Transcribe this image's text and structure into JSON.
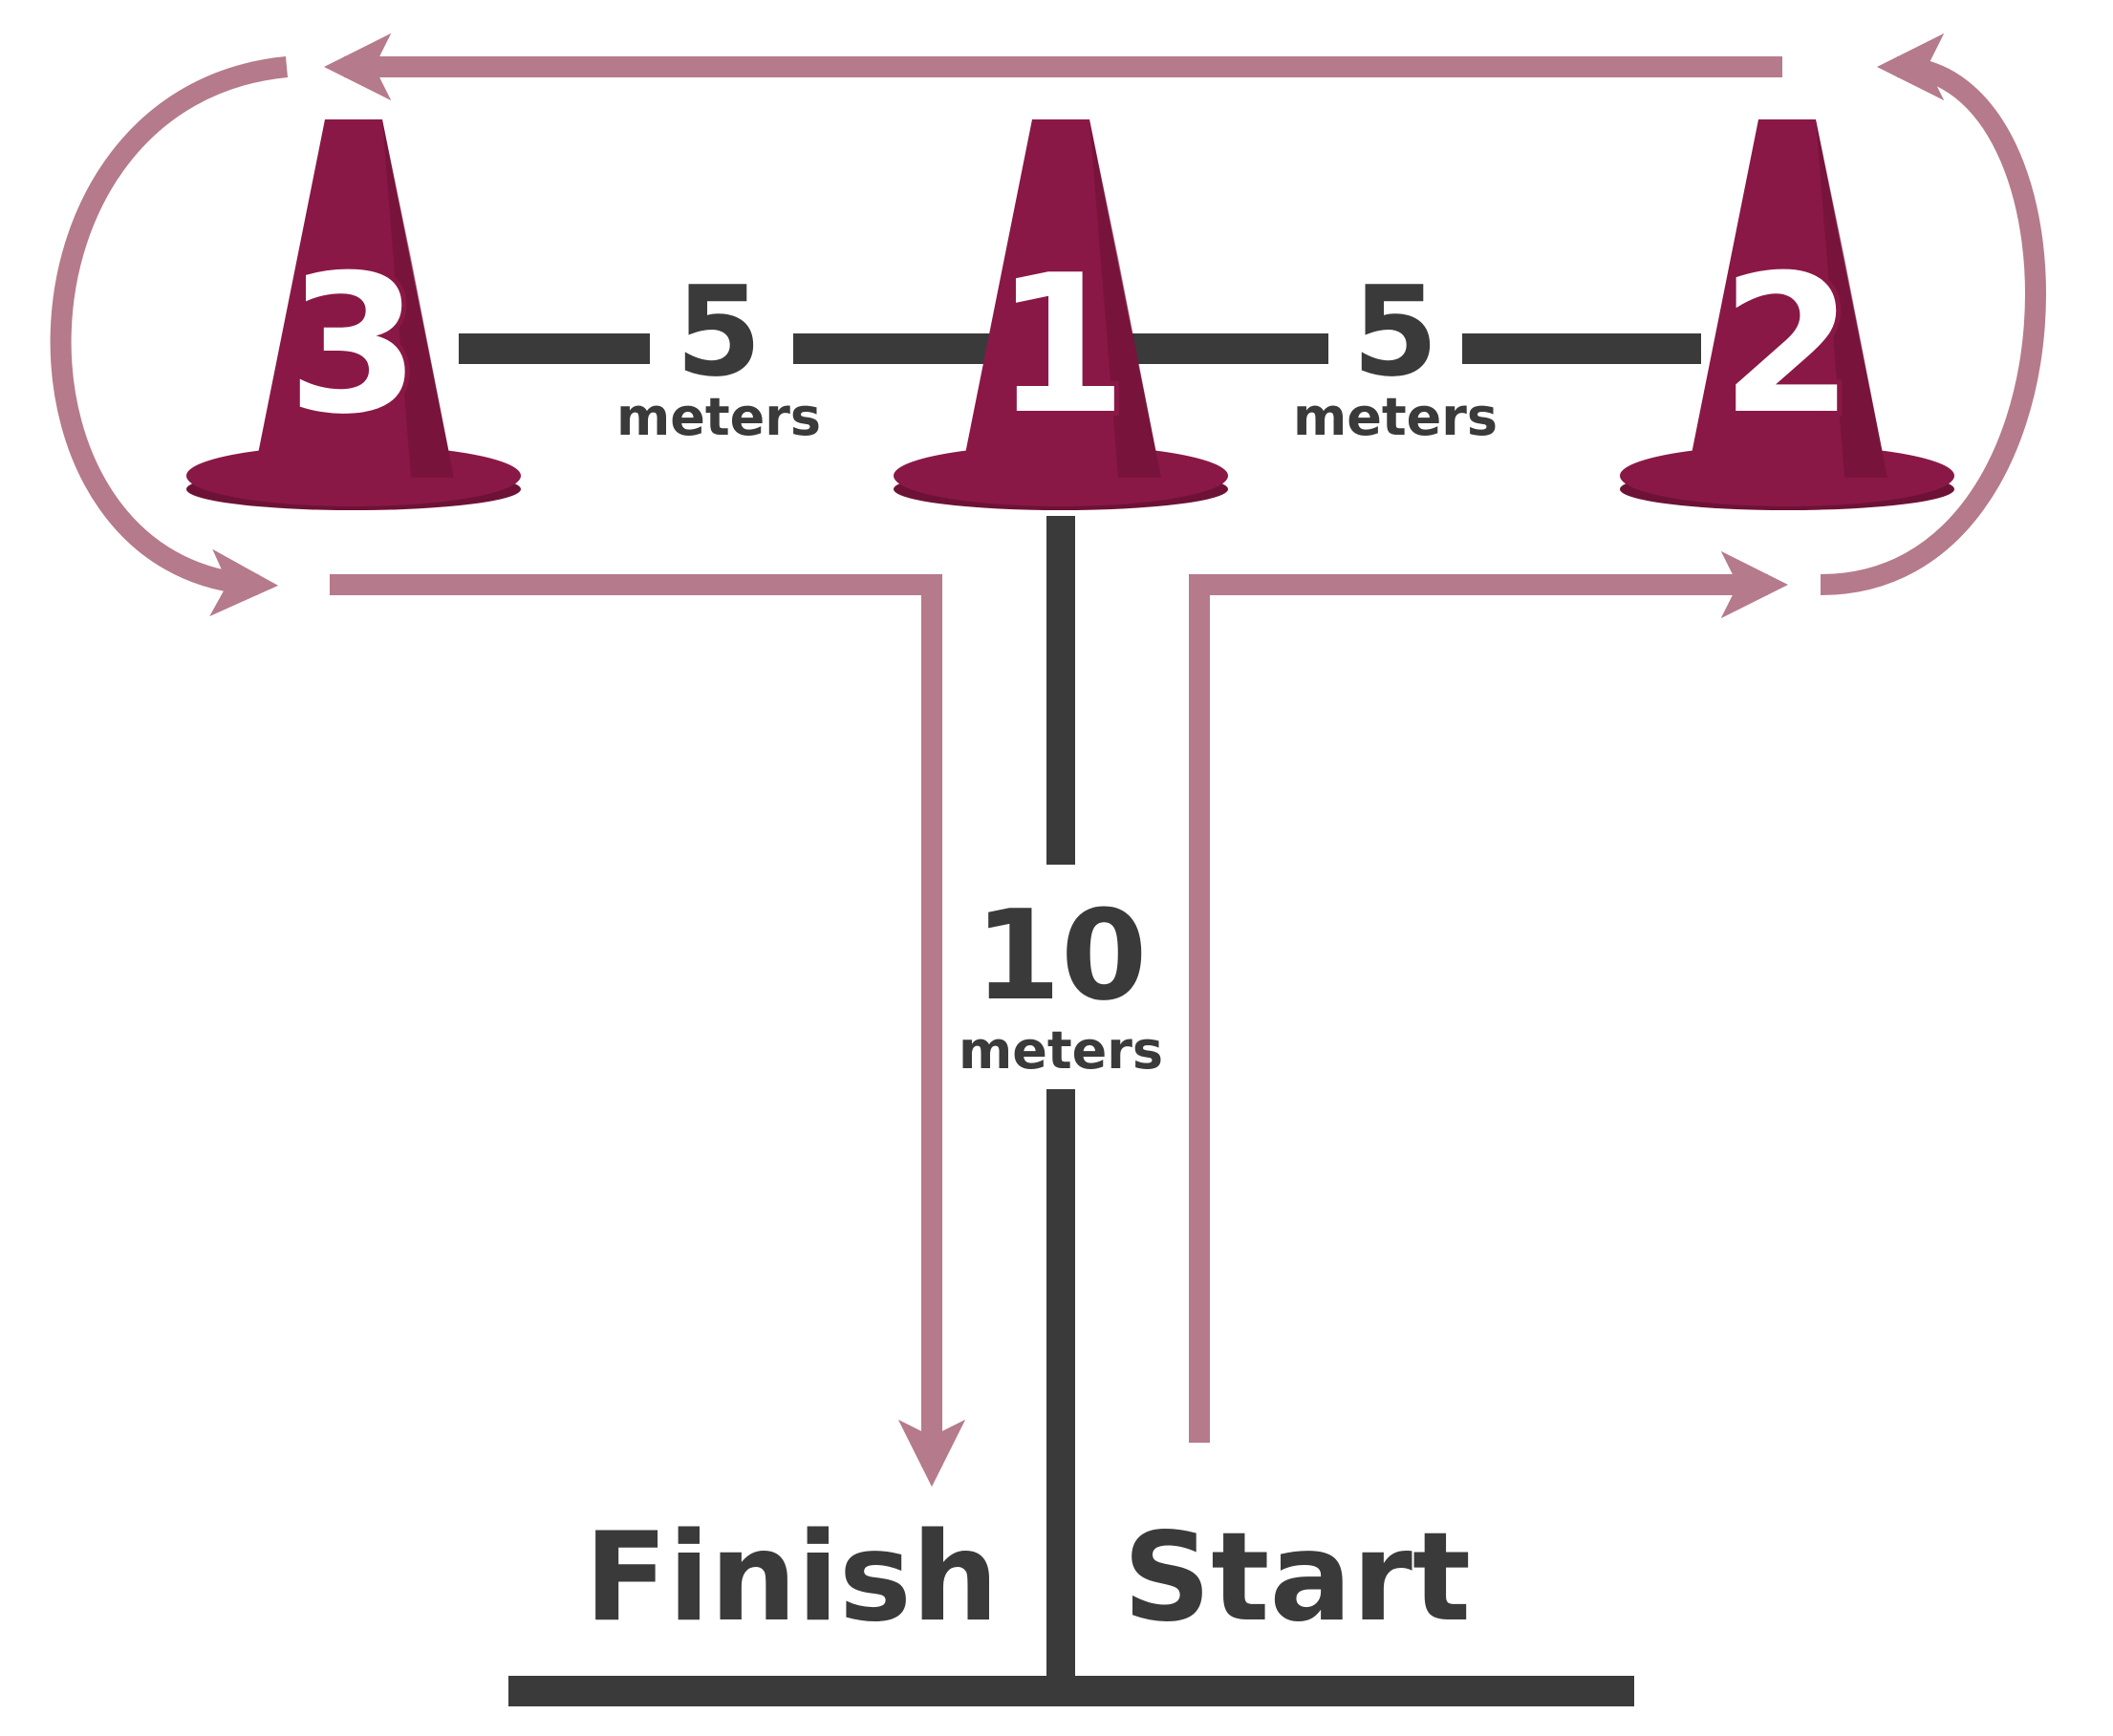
{
  "colors": {
    "cone": "#8a1846",
    "cone_shade": "#6d1236",
    "path": "#b57a8b",
    "line": "#3a3a3a"
  },
  "cones": [
    {
      "id": "cone-3",
      "label": "3"
    },
    {
      "id": "cone-1",
      "label": "1"
    },
    {
      "id": "cone-2",
      "label": "2"
    }
  ],
  "distances": {
    "left": {
      "value": "5",
      "unit": "meters"
    },
    "right": {
      "value": "5",
      "unit": "meters"
    },
    "vertical": {
      "value": "10",
      "unit": "meters"
    }
  },
  "labels": {
    "finish": "Finish",
    "start": "Start"
  }
}
